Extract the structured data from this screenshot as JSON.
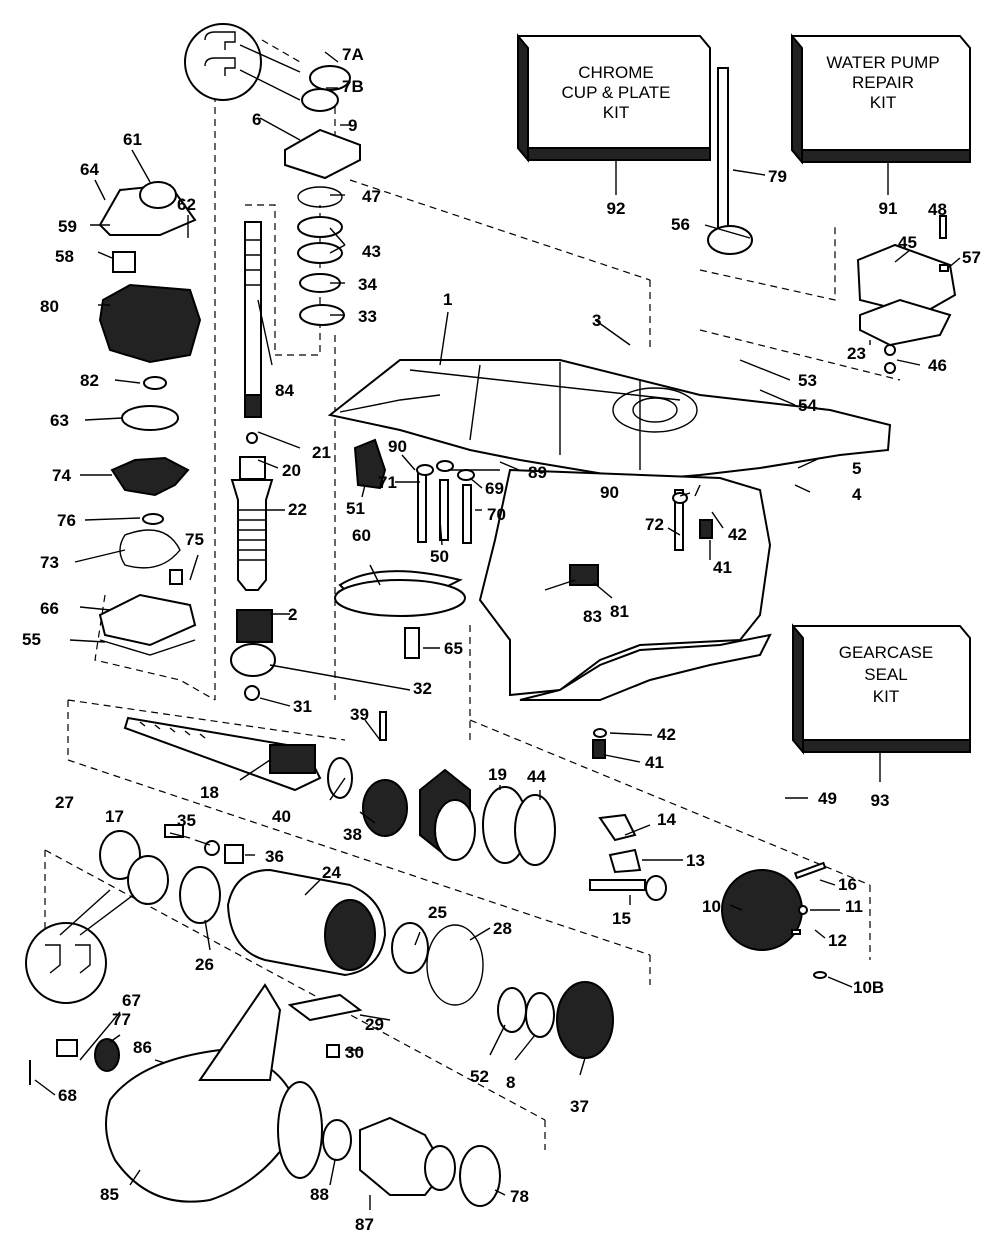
{
  "kits": [
    {
      "id": "kit-chrome-cup-plate",
      "lines": [
        "CHROME",
        "CUP & PLATE",
        "KIT"
      ],
      "number": "92"
    },
    {
      "id": "kit-water-pump-repair",
      "lines": [
        "WATER PUMP",
        "REPAIR",
        "KIT"
      ],
      "number": "91"
    },
    {
      "id": "kit-gearcase-seal",
      "lines": [
        "GEARCASE",
        "SEAL",
        "KIT"
      ],
      "number": "93"
    }
  ],
  "part_labels": [
    "1",
    "2",
    "3",
    "4",
    "5",
    "6",
    "7A",
    "7B",
    "8",
    "9",
    "10",
    "10B",
    "11",
    "12",
    "13",
    "14",
    "15",
    "16",
    "17",
    "18",
    "19",
    "20",
    "21",
    "22",
    "23",
    "24",
    "25",
    "26",
    "27",
    "28",
    "29",
    "30",
    "31",
    "32",
    "33",
    "34",
    "35",
    "36",
    "37",
    "38",
    "39",
    "40",
    "41",
    "41",
    "42",
    "42",
    "43",
    "44",
    "45",
    "46",
    "47",
    "48",
    "49",
    "50",
    "51",
    "52",
    "53",
    "54",
    "55",
    "56",
    "57",
    "58",
    "59",
    "60",
    "61",
    "62",
    "63",
    "64",
    "65",
    "66",
    "67",
    "68",
    "69",
    "70",
    "71",
    "72",
    "73",
    "74",
    "75",
    "76",
    "77",
    "78",
    "79",
    "80",
    "81",
    "82",
    "83",
    "84",
    "85",
    "86",
    "87",
    "88",
    "89",
    "90",
    "90"
  ]
}
